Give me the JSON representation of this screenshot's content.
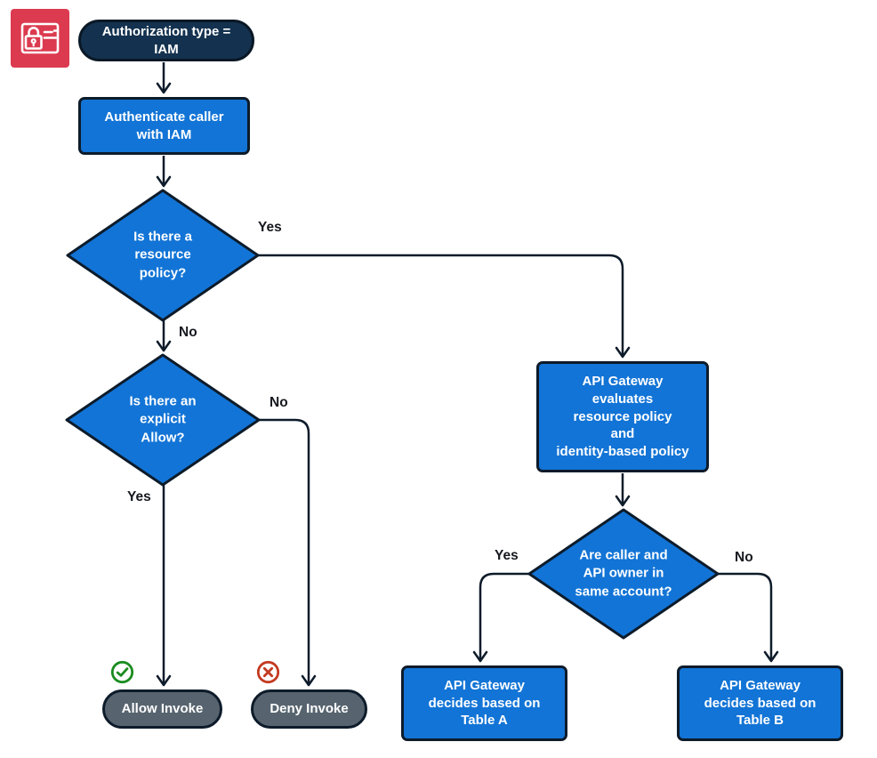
{
  "diagram": {
    "nodes": {
      "start": {
        "label": "Authorization type =\nIAM",
        "shape": "pill",
        "fill": "#14324F"
      },
      "authenticate": {
        "label": "Authenticate caller\nwith IAM",
        "shape": "rect",
        "fill": "#1274D6"
      },
      "resource_policy_q": {
        "label": "Is there a\nresource\npolicy?",
        "shape": "diamond",
        "fill": "#1274D6"
      },
      "explicit_allow_q": {
        "label": "Is there an\nexplicit\nAllow?",
        "shape": "diamond",
        "fill": "#1274D6"
      },
      "evaluate_policies": {
        "label": "API Gateway\nevaluates\nresource policy\nand\nidentity-based policy",
        "shape": "rect",
        "fill": "#1274D6"
      },
      "same_account_q": {
        "label": "Are caller and\nAPI owner in\nsame account?",
        "shape": "diamond",
        "fill": "#1274D6"
      },
      "allow_invoke": {
        "label": "Allow Invoke",
        "shape": "pill",
        "fill": "#57646F",
        "status_icon": "check-circle-icon"
      },
      "deny_invoke": {
        "label": "Deny Invoke",
        "shape": "pill",
        "fill": "#57646F",
        "status_icon": "x-circle-icon"
      },
      "table_a": {
        "label": "API Gateway\ndecides based on\nTable A",
        "shape": "rect",
        "fill": "#1274D6"
      },
      "table_b": {
        "label": "API Gateway\ndecides based on\nTable B",
        "shape": "rect",
        "fill": "#1274D6"
      }
    },
    "edges": {
      "resource_policy_yes": "Yes",
      "resource_policy_no": "No",
      "explicit_allow_no": "No",
      "explicit_allow_yes": "Yes",
      "same_account_yes": "Yes",
      "same_account_no": "No"
    },
    "icon": {
      "name": "iam-credentials-lock-icon",
      "background": "#DC3A4F",
      "glyph_color": "#FFFFFF"
    },
    "colors": {
      "node_blue": "#1274D6",
      "node_dark_navy": "#14324F",
      "node_gray": "#57646F",
      "line_stroke": "#0D1B2A",
      "check_green": "#1A8C1F",
      "cross_red": "#C33A21",
      "label_text": "#16191F",
      "node_text": "#FFFFFF"
    }
  }
}
